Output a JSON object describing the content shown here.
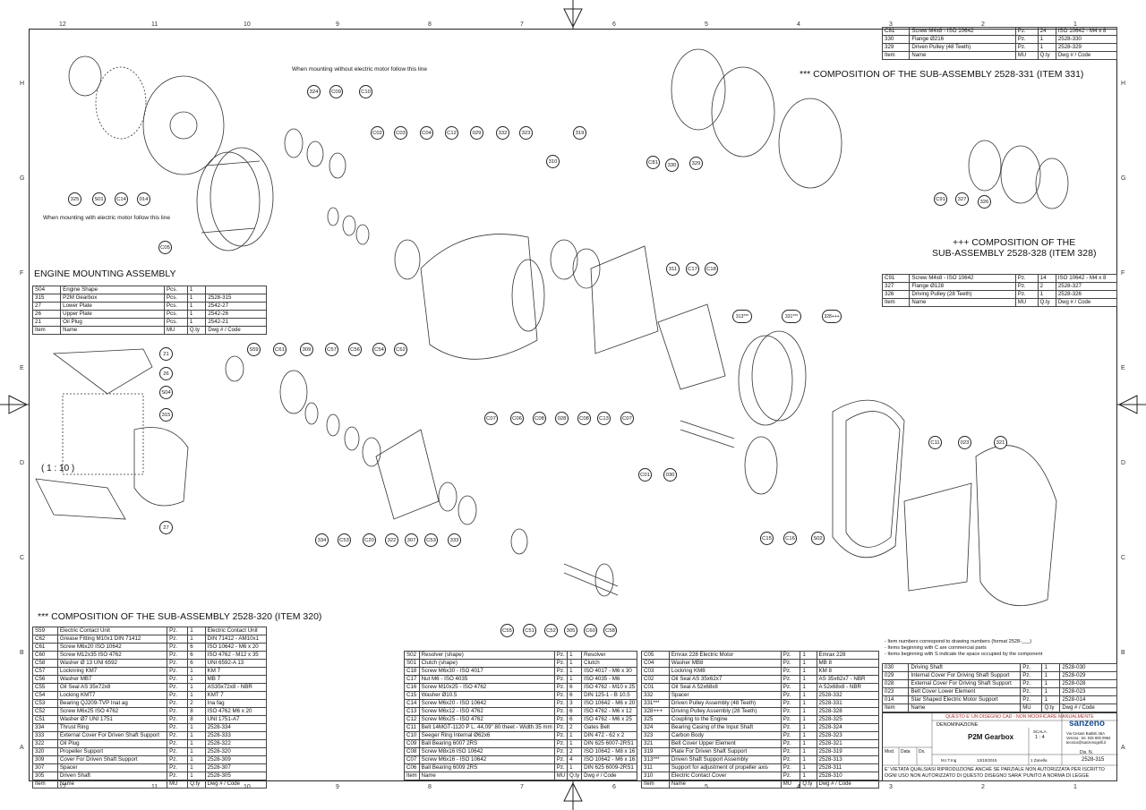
{
  "rulers": {
    "top": [
      "12",
      "11",
      "10",
      "9",
      "8",
      "7",
      "6",
      "5",
      "4",
      "3",
      "2",
      "1"
    ],
    "side": [
      "A",
      "B",
      "C",
      "D",
      "E",
      "F",
      "G",
      "H"
    ]
  },
  "notes": {
    "without_motor": "When mounting without electric motor follow this line",
    "with_motor": "When mounting with electric motor follow this line",
    "scale": "( 1 : 10 )",
    "legend": [
      "- Item numbers correspond to drawing numbers (format 2528-___)",
      "- Items beginning with C are commercial parts",
      "- Items beginning with S indicate the space occupied by the component"
    ]
  },
  "titles": {
    "sub331": "*** COMPOSITION OF THE SUB-ASSEMBLY 2528-331 (ITEM 331)",
    "sub328_1": "+++ COMPOSITION OF THE",
    "sub328_2": "SUB-ASSEMBLY 2528-328 (ITEM 328)",
    "engine": "ENGINE MOUNTING ASSEMBLY",
    "sub320": "*** COMPOSITION OF THE SUB-ASSEMBLY 2528-320 (ITEM 320)"
  },
  "tables": {
    "t331": {
      "rows": [
        [
          "C81",
          "Screw M4x8 - ISO 10642",
          "Pz.",
          "24",
          "ISO 10642 - M4 x 8"
        ],
        [
          "330",
          "Flange Ø216",
          "Pz.",
          "1",
          "2528-330"
        ],
        [
          "329",
          "Driven Pulley (48 Teeth)",
          "Pz.",
          "1",
          "2528-329"
        ]
      ],
      "header": [
        "Item",
        "Name",
        "MU",
        "Q.ty",
        "Dwg # / Code"
      ]
    },
    "t328": {
      "rows": [
        [
          "C91",
          "Screw M4x8 - ISO 10642",
          "Pz.",
          "14",
          "ISO 10642 - M4 x 8"
        ],
        [
          "327",
          "Flange Ø128",
          "Pz.",
          "2",
          "2528-327"
        ],
        [
          "326",
          "Driving Pulley (28 Teeth)",
          "Pz.",
          "1",
          "2528-326"
        ]
      ],
      "header": [
        "Item",
        "Name",
        "MU",
        "Q.ty",
        "Dwg # / Code"
      ]
    },
    "engine": {
      "rows": [
        [
          "S04",
          "Engine Shape",
          "Pcs.",
          "1",
          ""
        ],
        [
          "315",
          "P2M Gearbox",
          "Pcs.",
          "1",
          "2528-315"
        ],
        [
          "27",
          "Lower Plate",
          "Pcs.",
          "1",
          "2542-27"
        ],
        [
          "26",
          "Upper Plate",
          "Pcs.",
          "1",
          "2542-26"
        ],
        [
          "21",
          "Oil Plug",
          "Pcs.",
          "1",
          "2542-21"
        ]
      ],
      "header": [
        "Item",
        "Name",
        "MU",
        "Q.ty",
        "Dwg # / Code"
      ]
    },
    "t320": {
      "rows": [
        [
          "S59",
          "Electric Contact Unit",
          "Pz.",
          "1",
          "Electric Contact Unit"
        ],
        [
          "C62",
          "Grease Fitting M10x1 DIN 71412",
          "Pz.",
          "1",
          "DIN 71412 - AM10x1"
        ],
        [
          "C61",
          "Screw M6x20 ISO 10642",
          "Pz.",
          "6",
          "ISO 10642 - M6 x 20"
        ],
        [
          "C60",
          "Screw M12x35 ISO 4762",
          "Pz.",
          "6",
          "ISO 4762 - M12 x 35"
        ],
        [
          "C58",
          "Washer Ø 13 UNI 6592",
          "Pz.",
          "6",
          "UNI 6592-A 13"
        ],
        [
          "C57",
          "Locknring KM7",
          "Pz.",
          "1",
          "KM 7"
        ],
        [
          "C56",
          "Washer MB7",
          "Pz.",
          "1",
          "MB 7"
        ],
        [
          "C55",
          "Oil Seal AS 35x72x8",
          "Pz.",
          "1",
          "AS35x72x8 - NBR"
        ],
        [
          "C54",
          "Locking KMT7",
          "Pz.",
          "1",
          "KMT 7"
        ],
        [
          "C53",
          "Bearing QJ209-TVP Inat ag",
          "Pz.",
          "2",
          "Ina fag"
        ],
        [
          "C52",
          "Screw M6x25 ISO 4762",
          "Pz.",
          "8",
          "ISO 4762 M6 x 20"
        ],
        [
          "C51",
          "Washer Ø7 UNI 1751",
          "Pz.",
          "8",
          "UNI 1751-A7"
        ],
        [
          "334",
          "Thrust Ring",
          "Pz.",
          "1",
          "2528-334"
        ],
        [
          "333",
          "External Cover For Driven Shaft Support",
          "Pz.",
          "1",
          "2528-333"
        ],
        [
          "322",
          "Oil Plug",
          "Pz.",
          "1",
          "2528-322"
        ],
        [
          "320",
          "Propeller Support",
          "Pz.",
          "1",
          "2528-320"
        ],
        [
          "309",
          "Cover For Driven Shaft Support",
          "Pz.",
          "1",
          "2528-309"
        ],
        [
          "307",
          "Spacer",
          "Pz.",
          "1",
          "2528-307"
        ],
        [
          "305",
          "Driven Shaft",
          "Pz.",
          "1",
          "2528-305"
        ]
      ],
      "header": [
        "Item",
        "Name",
        "MU",
        "Q.ty",
        "Dwg # / Code"
      ]
    },
    "bom_a": {
      "rows": [
        [
          "S02",
          "Resolver (shape)",
          "Pz.",
          "1",
          "Resolver"
        ],
        [
          "S01",
          "Clutch (shape)",
          "Pz.",
          "1",
          "Clutch"
        ],
        [
          "C18",
          "Screw M6x30 - ISO 4017",
          "Pz.",
          "1",
          "ISO 4017 - M6 x 30"
        ],
        [
          "C17",
          "Nut M6 - ISO 4035",
          "Pz.",
          "1",
          "ISO 4035 - M6"
        ],
        [
          "C16",
          "Screw M10x25 - ISO 4762",
          "Pz.",
          "6",
          "ISO 4762 - M10 x 25"
        ],
        [
          "C15",
          "Washer Ø10.5",
          "Pz.",
          "6",
          "DIN 125-1 - B 10.5"
        ],
        [
          "C14",
          "Screw M6x20 - ISO 10642",
          "Pz.",
          "3",
          "ISO 10642 - M6 x 20"
        ],
        [
          "C13",
          "Screw M6x12 - ISO 4762",
          "Pz.",
          "6",
          "ISO 4762 - M6 x 12"
        ],
        [
          "C12",
          "Screw M6x25 - ISO 4762",
          "Pz.",
          "6",
          "ISO 4762 - M6 x 25"
        ],
        [
          "C11",
          "Belt 14MGT-1120 P L. 44,09\" 80 theet - Width 35 mm",
          "Pz.",
          "2",
          "Gates Belt"
        ],
        [
          "C10",
          "Seeger Ring Internal Ø62x6",
          "Pz.",
          "1",
          "DIN 472 - 62 x 2"
        ],
        [
          "C09",
          "Ball Bearing 6007 2RS",
          "Pz.",
          "1",
          "DIN 625 6007-2RS1"
        ],
        [
          "C08",
          "Screw M8x16 ISO 10642",
          "Pz.",
          "2",
          "ISO 10642 - M8 x 16"
        ],
        [
          "C07",
          "Screw M6x16 - ISO 10642",
          "Pz.",
          "4",
          "ISO 10642 - M6 x 16"
        ],
        [
          "C06",
          "Ball Bearing 6009 2RS",
          "Pz.",
          "1",
          "DIN 625 6009-2RS1"
        ]
      ],
      "header": [
        "Item",
        "Name",
        "MU",
        "Q.ty",
        "Dwg # / Code"
      ]
    },
    "bom_b": {
      "rows": [
        [
          "C05",
          "Emrax 228 Electric Motor",
          "Pz.",
          "1",
          "Emrax 228"
        ],
        [
          "C04",
          "Washer MB8",
          "Pz.",
          "1",
          "MB 8"
        ],
        [
          "C03",
          "Lockring KM8",
          "Pz.",
          "1",
          "KM 8"
        ],
        [
          "C02",
          "Oil Seal AS 35x62x7",
          "Pz.",
          "1",
          "AS 35x62x7 - NBR"
        ],
        [
          "C01",
          "Oil Seal A 52x68x8",
          "Pz.",
          "1",
          "A 52x68x8 - NBR"
        ],
        [
          "332",
          "Spacer",
          "Pz.",
          "1",
          "2528-332"
        ],
        [
          "331***",
          "Driven Pulley Assembly (48 Teeth)",
          "Pz.",
          "1",
          "2528-331"
        ],
        [
          "328+++",
          "Driving Pulley Assembly (28 Teeth)",
          "Pz.",
          "1",
          "2528-328"
        ],
        [
          "325",
          "Coupling to the Engine",
          "Pz.",
          "1",
          "2528-325"
        ],
        [
          "324",
          "Bearing Casing of the Input Shaft",
          "Pz.",
          "1",
          "2528-324"
        ],
        [
          "323",
          "Carbon Body",
          "Pz.",
          "1",
          "2528-323"
        ],
        [
          "321",
          "Belt Cover Upper Element",
          "Pz.",
          "1",
          "2528-321"
        ],
        [
          "319",
          "Plate For Driven Shaft Support",
          "Pz.",
          "1",
          "2528-319"
        ],
        [
          "313***",
          "Driven Shaft Support Assembly",
          "Pz.",
          "1",
          "2528-313"
        ],
        [
          "311",
          "Support for adjustment of propeller axis",
          "Pz.",
          "1",
          "2528-311"
        ],
        [
          "310",
          "Electric Contact Cover",
          "Pz.",
          "1",
          "2528-310"
        ]
      ],
      "header": [
        "Item",
        "Name",
        "MU",
        "Q.ty",
        "Dwg # / Code"
      ]
    },
    "bom_c": {
      "rows": [
        [
          "030",
          "Driving Shaft",
          "Pz.",
          "1",
          "2528-030"
        ],
        [
          "029",
          "Internal Cover For Driving Shaft Support",
          "Pz.",
          "1",
          "2528-029"
        ],
        [
          "028",
          "External Cover For Driving Shaft Support",
          "Pz.",
          "1",
          "2528-028"
        ],
        [
          "023",
          "Belt Cover Lower Element",
          "Pz.",
          "1",
          "2528-023"
        ],
        [
          "014",
          "Star Shaped Electric Motor Support",
          "Pz.",
          "1",
          "2528-014"
        ]
      ],
      "header": [
        "Item",
        "Name",
        "MU",
        "Q.ty",
        "Dwg # / Code"
      ]
    }
  },
  "titleblock": {
    "warning_top": "QUESTO E' UN DISEGNO CAD - NON MODIFICARE MANUALMENTE",
    "denom_label": "DENOMINAZIONE",
    "name": "P2M Gearbox",
    "brand": "sanzeno",
    "address": "Via Cesare Battisti 46A Verona - tel. 045 800 0964 tecnico@sanzenogelli.it",
    "scale_label": "SCALA",
    "scale_value": "1 : 4",
    "drawing_no_label": "Dis. N.",
    "drawing_no": "2528-315",
    "footer_1": "E' VIETATA QUALSIASI RIPRODUZIONE ANCHE SE PARZIALE NON AUTORIZZATA PER ISCRITTO",
    "footer_2": "OGNI USO NON AUTORIZZATO DI QUESTO DISEGNO SARA' PUNITO A NORMA DI LEGGE",
    "mod": "Mod.",
    "data": "Data",
    "ds": "Ds.",
    "author": "M.I.T.Ing",
    "date": "13/10/2015",
    "sheet": "1 Zanella"
  },
  "callouts": [
    {
      "t": "324"
    },
    {
      "t": "C09"
    },
    {
      "t": "C10"
    },
    {
      "t": "C02"
    },
    {
      "t": "C03"
    },
    {
      "t": "C04"
    },
    {
      "t": "C12"
    },
    {
      "t": "029"
    },
    {
      "t": "332"
    },
    {
      "t": "323"
    },
    {
      "t": "319"
    },
    {
      "t": "325"
    },
    {
      "t": "S01"
    },
    {
      "t": "C14"
    },
    {
      "t": "014"
    },
    {
      "t": "C05"
    },
    {
      "t": "C81"
    },
    {
      "t": "330"
    },
    {
      "t": "329"
    },
    {
      "t": "C91"
    },
    {
      "t": "327"
    },
    {
      "t": "326"
    },
    {
      "t": "310"
    },
    {
      "t": "311"
    },
    {
      "t": "C17"
    },
    {
      "t": "C18"
    },
    {
      "t": "313***"
    },
    {
      "t": "331***"
    },
    {
      "t": "328+++"
    },
    {
      "t": "S59"
    },
    {
      "t": "C61"
    },
    {
      "t": "309"
    },
    {
      "t": "C57"
    },
    {
      "t": "C56"
    },
    {
      "t": "C54"
    },
    {
      "t": "C62"
    },
    {
      "t": "21"
    },
    {
      "t": "26"
    },
    {
      "t": "S04"
    },
    {
      "t": "315"
    },
    {
      "t": "27"
    },
    {
      "t": "C07"
    },
    {
      "t": "C06"
    },
    {
      "t": "C08"
    },
    {
      "t": "028"
    },
    {
      "t": "C08"
    },
    {
      "t": "C13"
    },
    {
      "t": "C07"
    },
    {
      "t": "C01"
    },
    {
      "t": "030"
    },
    {
      "t": "C11"
    },
    {
      "t": "023"
    },
    {
      "t": "321"
    },
    {
      "t": "C15"
    },
    {
      "t": "C16"
    },
    {
      "t": "S02"
    },
    {
      "t": "334"
    },
    {
      "t": "C53"
    },
    {
      "t": "C20"
    },
    {
      "t": "322"
    },
    {
      "t": "307"
    },
    {
      "t": "C53"
    },
    {
      "t": "333"
    },
    {
      "t": "C55"
    },
    {
      "t": "C51"
    },
    {
      "t": "C52"
    },
    {
      "t": "305"
    },
    {
      "t": "C60"
    },
    {
      "t": "C58"
    }
  ]
}
